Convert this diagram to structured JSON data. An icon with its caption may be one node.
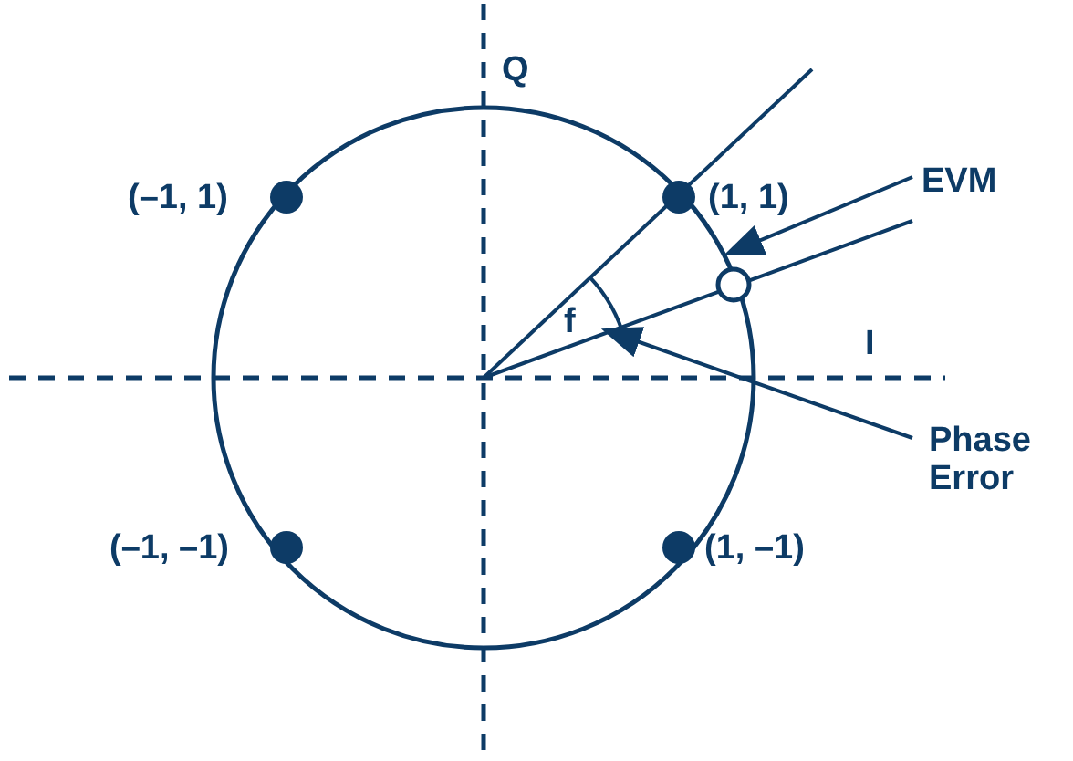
{
  "diagram": {
    "nodes": [
      {
        "text": [
          "EVM"
        ]
      },
      {
        "text": [
          "Phase Error"
        ]
      },
      {
        "text": [],
        "shape": "circle"
      },
      {
        "text": [],
        "shape": "arc"
      }
    ],
    "edges": [
      {
        "from": 0,
        "to": 2,
        "arrow": "to"
      },
      {
        "from": 1,
        "to": 3,
        "arrow": "to"
      }
    ],
    "labels": [
      "Q",
      "(–1, 1)",
      "(1, 1)",
      "f",
      "I",
      "(–1, –1)",
      "(1, –1)"
    ]
  }
}
